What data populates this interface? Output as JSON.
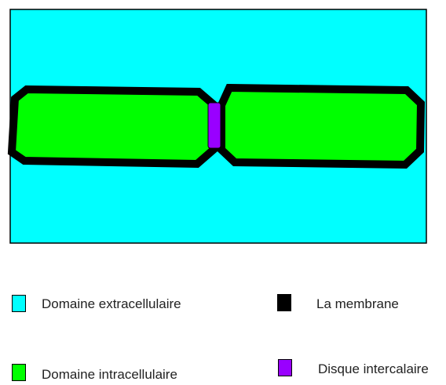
{
  "colors": {
    "extracellular": "#00ffff",
    "intracellular": "#00ff00",
    "membrane": "#000000",
    "intercalated_disc": "#9900ff"
  },
  "legend": {
    "extracellular": "Domaine extracellulaire",
    "membrane": "La membrane",
    "intracellular": "Domaine intracellulaire",
    "intercalated_disc": "Disque intercalaire"
  }
}
